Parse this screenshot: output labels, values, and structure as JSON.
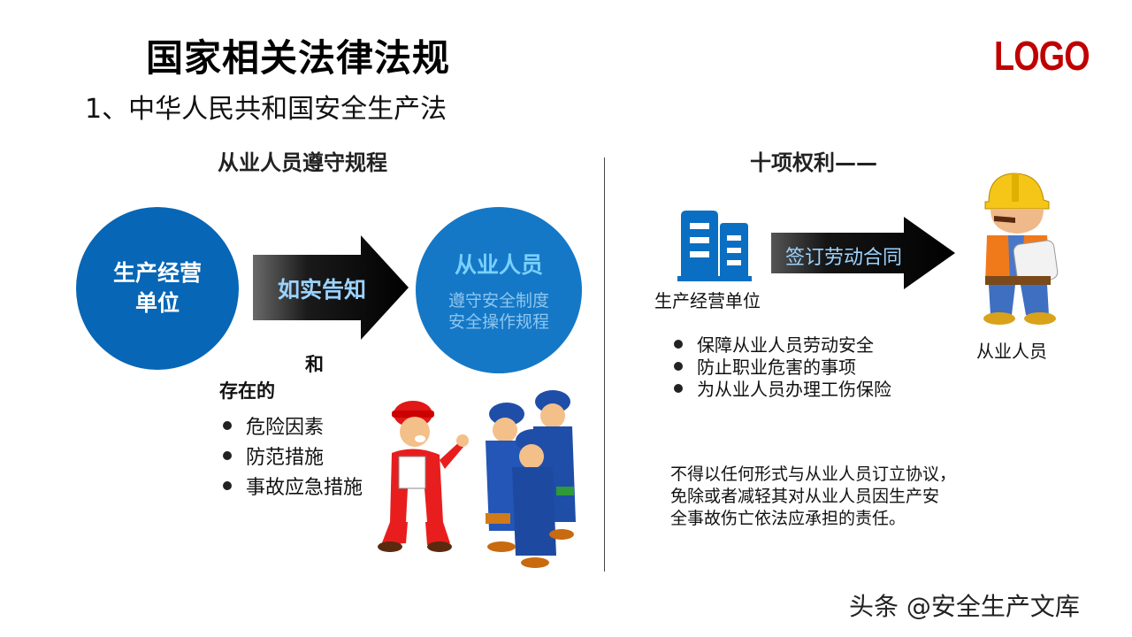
{
  "header": {
    "title": "国家相关法律法规",
    "logo": "LOGO",
    "subtitle": "1、中华人民共和国安全生产法"
  },
  "left": {
    "heading": "从业人员遵守规程",
    "employer_circle": [
      "生产经营",
      "单位"
    ],
    "arrow_label": "如实告知",
    "worker_circle": {
      "title": "从业人员",
      "lines": [
        "遵守安全制度",
        "安全操作规程"
      ]
    },
    "connector_and": "和",
    "existing_label": "存在的",
    "items": [
      "危险因素",
      "防范措施",
      "事故应急措施"
    ]
  },
  "right": {
    "heading": "十项权利——",
    "employer_label": "生产经营单位",
    "arrow_label": "签订劳动合同",
    "worker_label": "从业人员",
    "items": [
      "保障从业人员劳动安全",
      "防止职业危害的事项",
      "为从业人员办理工伤保险"
    ],
    "note": [
      "不得以任何形式与从业人员订立协议，",
      "免除或者减轻其对从业人员因生产安",
      "全事故伤亡依法应承担的责任。"
    ]
  },
  "watermark": "头条 @安全生产文库",
  "colors": {
    "primary_blue": "#0766b5",
    "light_blue_text": "#9bd3ff",
    "logo_red": "#c00000",
    "arrow_dark": "#111111"
  }
}
